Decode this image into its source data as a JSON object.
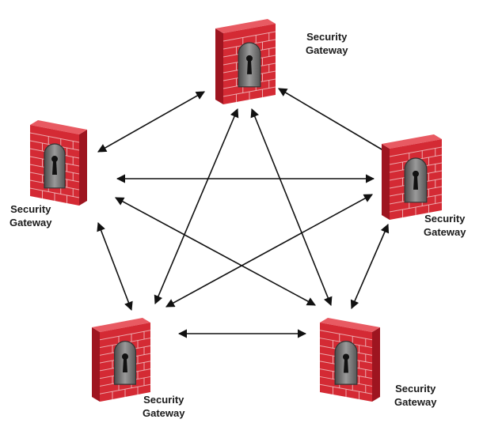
{
  "diagram": {
    "gateways": [
      {
        "id": "top",
        "label_line1": "Security",
        "label_line2": "Gateway"
      },
      {
        "id": "left",
        "label_line1": "Security",
        "label_line2": "Gateway"
      },
      {
        "id": "right",
        "label_line1": "Security",
        "label_line2": "Gateway"
      },
      {
        "id": "bottom-left",
        "label_line1": "Security",
        "label_line2": "Gateway"
      },
      {
        "id": "bottom-right",
        "label_line1": "Security",
        "label_line2": "Gateway"
      }
    ],
    "connections": [
      [
        "top",
        "left"
      ],
      [
        "top",
        "right"
      ],
      [
        "left",
        "right"
      ],
      [
        "top",
        "bottom-left"
      ],
      [
        "top",
        "bottom-right"
      ],
      [
        "left",
        "bottom-left"
      ],
      [
        "right",
        "bottom-right"
      ],
      [
        "left",
        "bottom-right"
      ],
      [
        "right",
        "bottom-left"
      ],
      [
        "bottom-left",
        "bottom-right"
      ]
    ],
    "colors": {
      "brick": "#d42a34",
      "brick_dark": "#9e1520",
      "mortar": "#f2c7c9",
      "door": "#6e6e6e",
      "arrow": "#111111"
    }
  }
}
